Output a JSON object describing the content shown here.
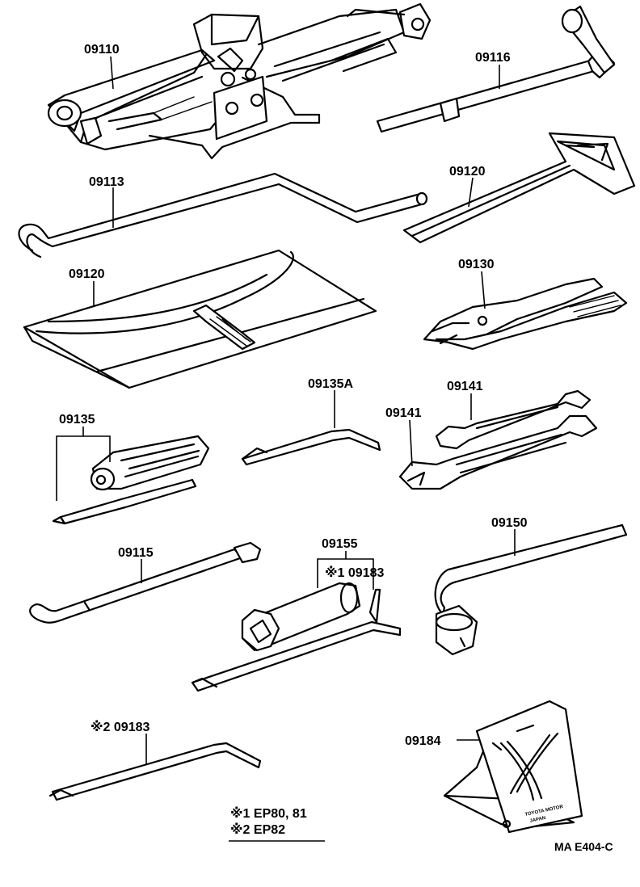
{
  "parts": {
    "jack": "09110",
    "jack_handle_crank": "09116",
    "jack_handle_rod": "09113",
    "tool_bag_small": "09120",
    "tool_bag_large": "09120",
    "pliers": "09130",
    "screwdriver_set": "09135",
    "screwdriver_bent": "09135A",
    "wrench_upper": "09141",
    "wrench_lower": "09141",
    "wheel_nut_wrench": "09150",
    "jack_handle_extension": "09115",
    "plug_wrench": "09155",
    "plug_handle_1": "※1 09183",
    "plug_handle_2": "※2 09183",
    "wheel_chock": "09184"
  },
  "legend": {
    "line1": "※1 EP80, 81",
    "line2": "※2 EP82"
  },
  "chock_markings": {
    "brand": "TOYOTA MOTOR",
    "country": "JAPAN"
  },
  "figure_code": "MA E404-C"
}
